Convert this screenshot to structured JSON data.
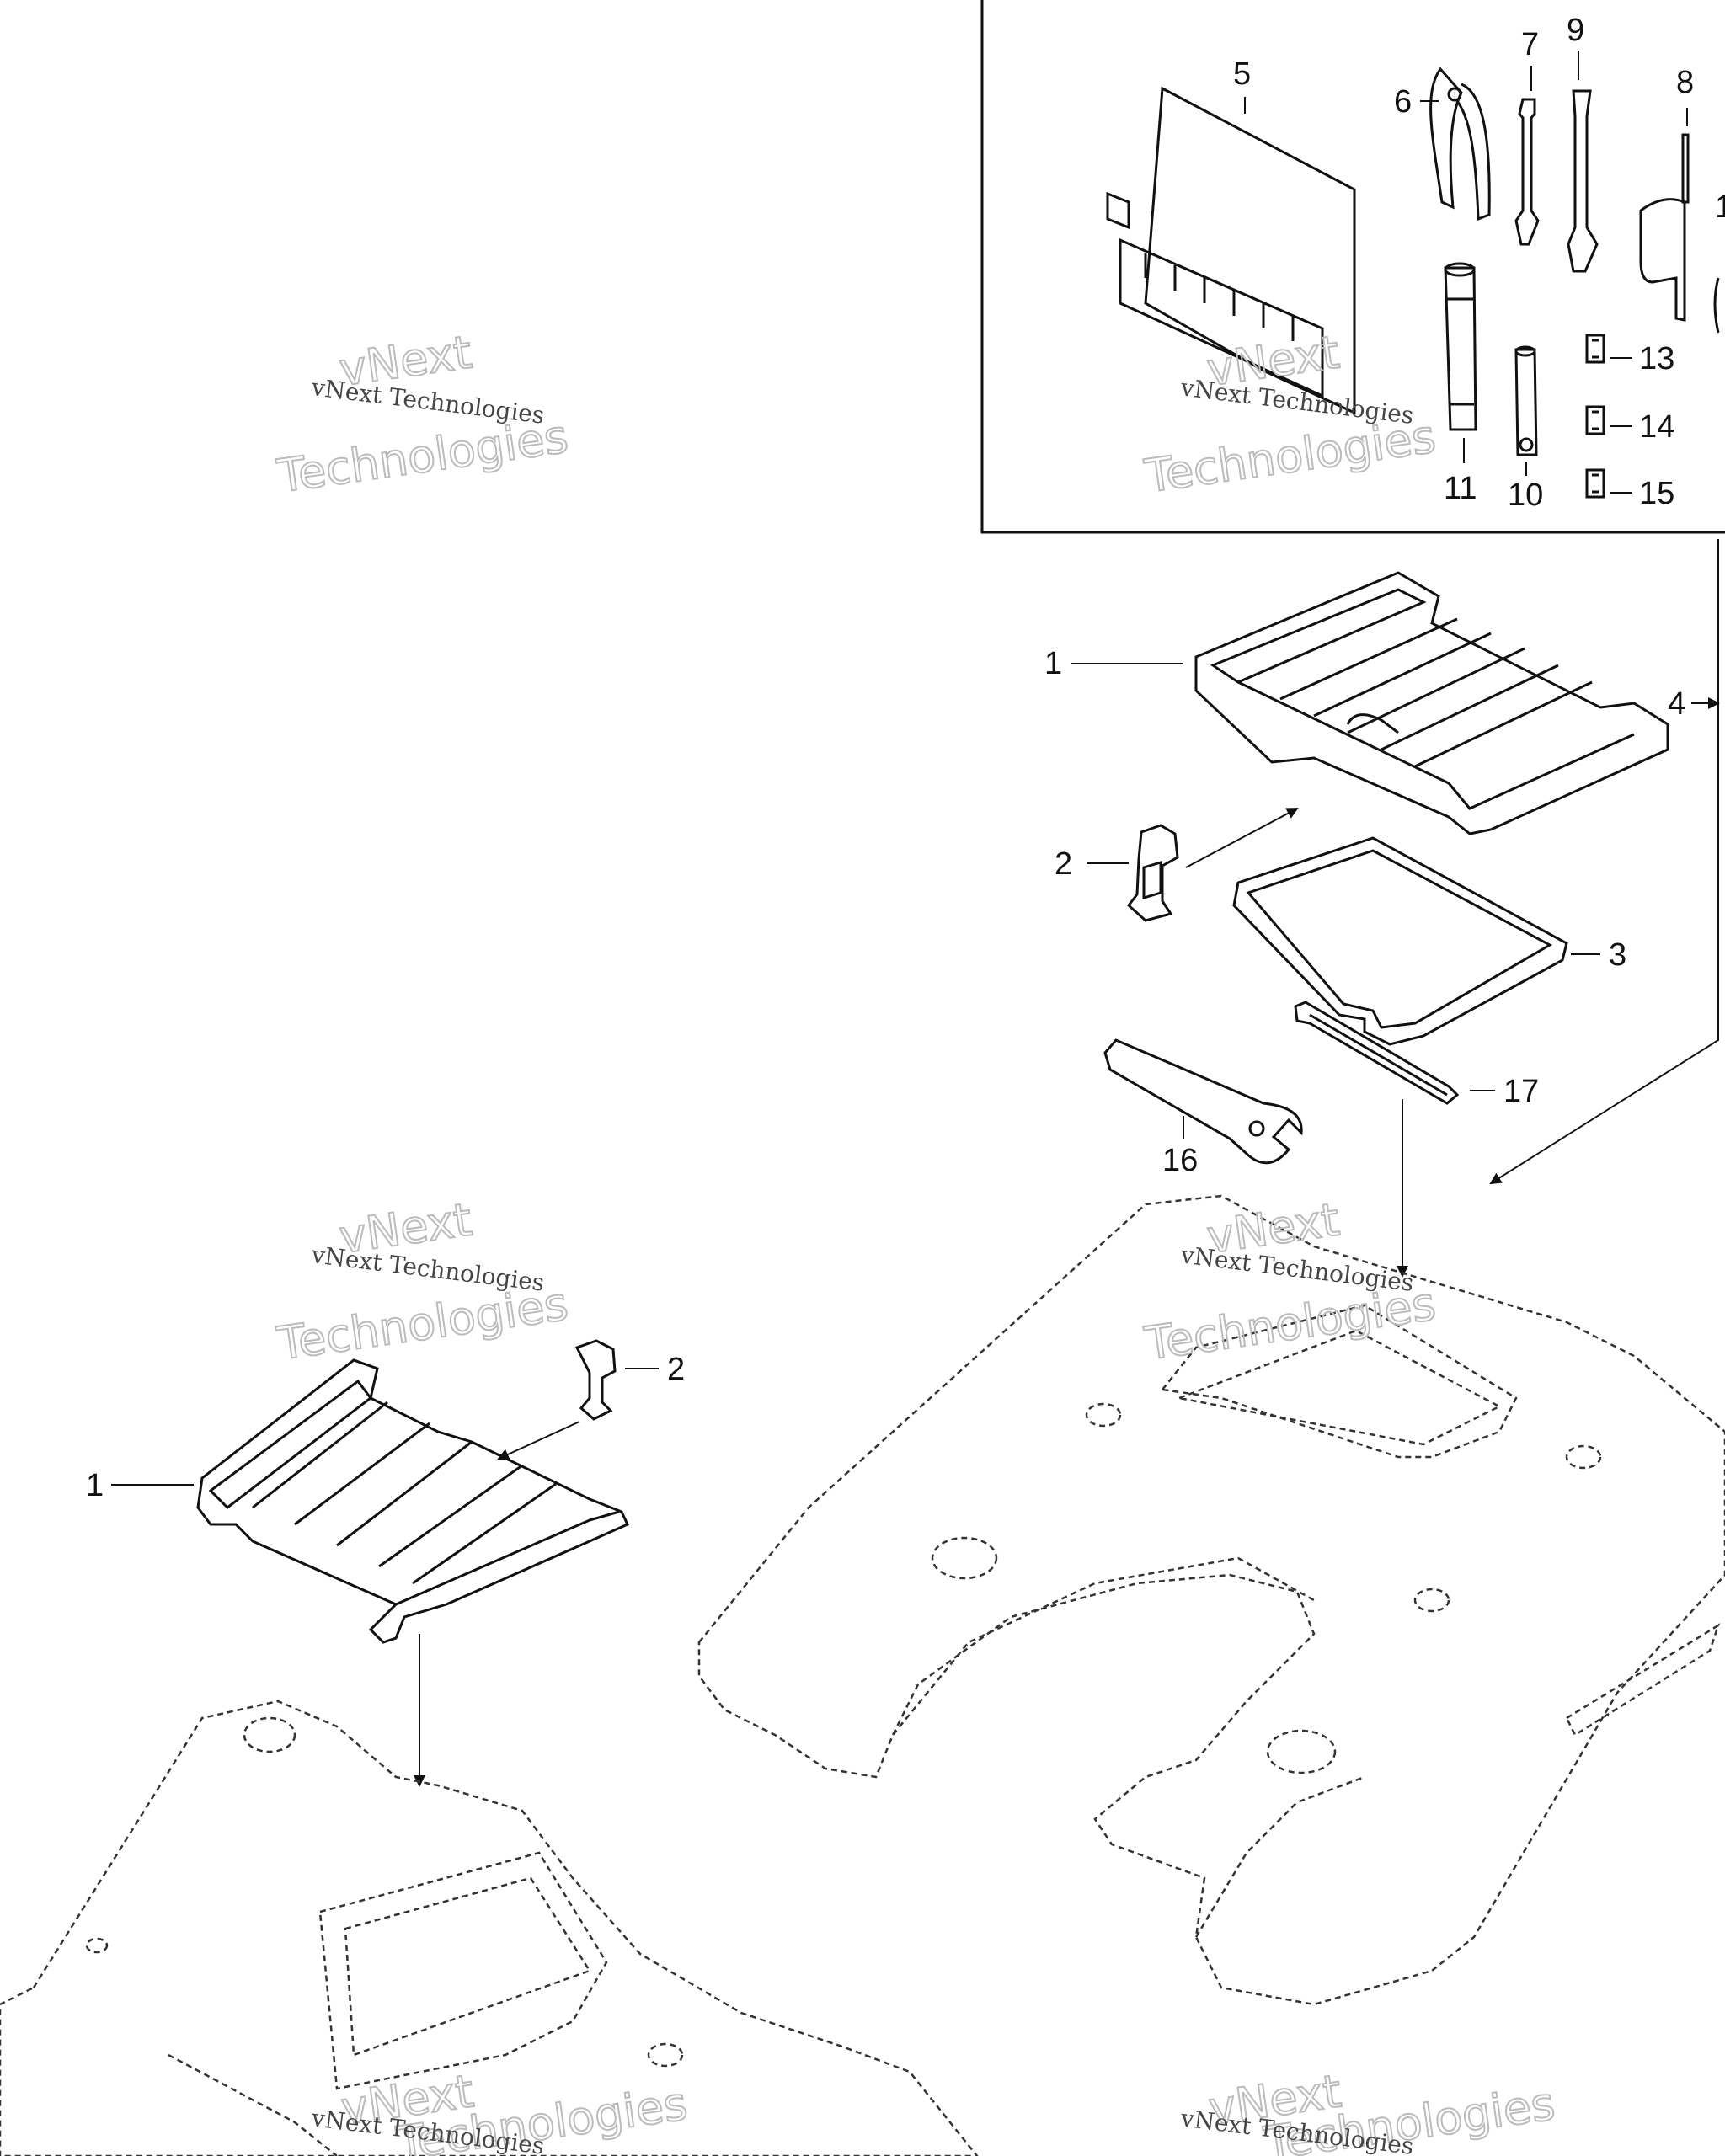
{
  "callouts": {
    "c1_top": "1",
    "c2_top": "2",
    "c3": "3",
    "c4": "4",
    "c5": "5",
    "c6": "6",
    "c7": "7",
    "c8": "8",
    "c9": "9",
    "c10": "10",
    "c11": "11",
    "c13": "13",
    "c14": "14",
    "c15": "15",
    "c16": "16",
    "c17": "17",
    "c1_bottom": "1",
    "c2_bottom": "2",
    "c_cut": "1"
  },
  "watermark": {
    "line_small": "vNext Technologies",
    "big_top": "vNext",
    "big_bottom": "Technologies"
  }
}
